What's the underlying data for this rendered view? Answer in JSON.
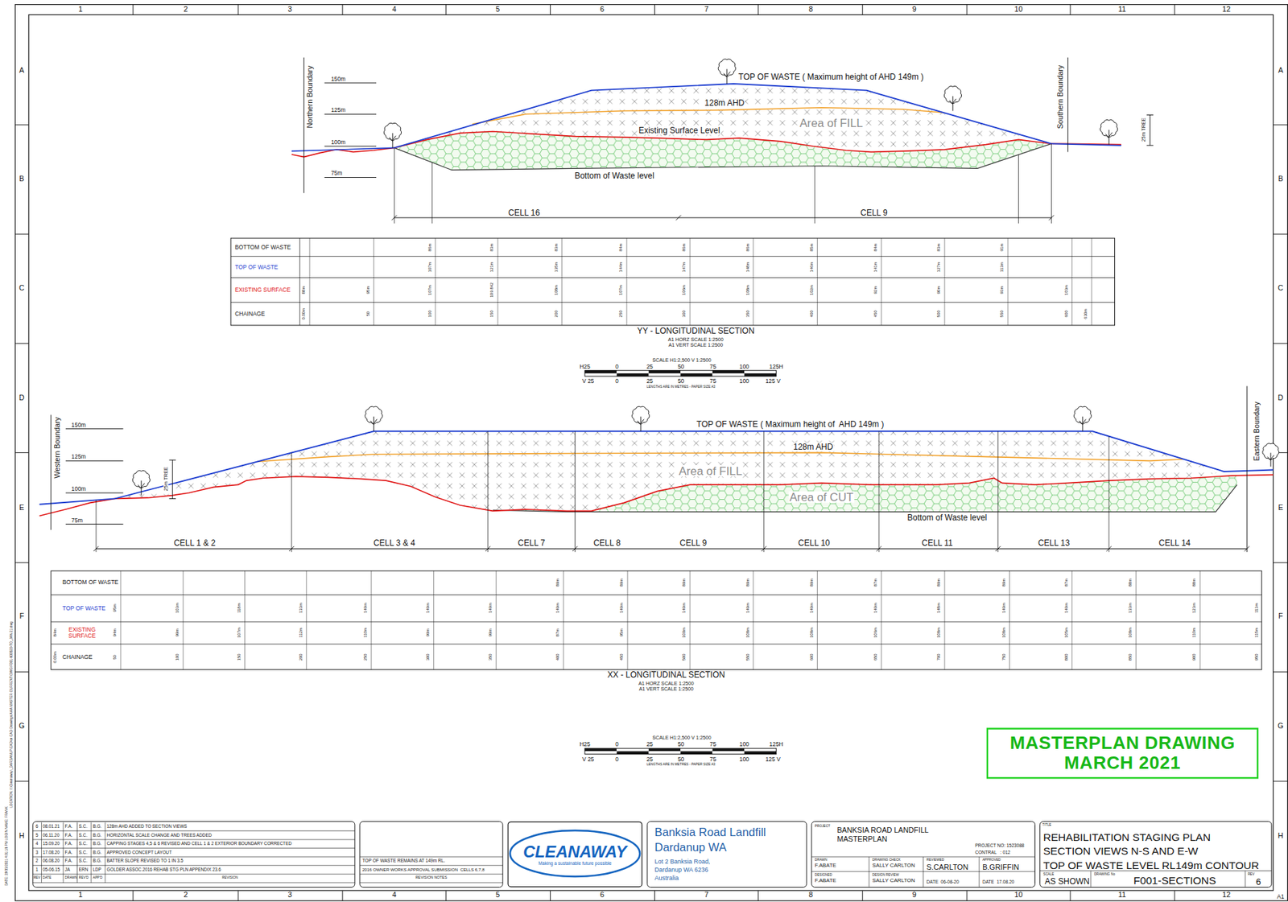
{
  "diagram": {
    "nodes": [
      {
        "text": [
          "MASTERPLAN DRAWING MARCH 2021"
        ]
      },
      {
        "text": [
          "CLEANAWAY",
          "Making a sustainable future possible"
        ]
      }
    ],
    "labels": [
      "1",
      "2",
      "3",
      "4",
      "5",
      "6",
      "7",
      "8",
      "9",
      "10",
      "11",
      "12",
      "1",
      "2",
      "3",
      "4",
      "5",
      "6",
      "7",
      "8",
      "9",
      "10",
      "11",
      "12",
      "A",
      "B",
      "C",
      "D",
      "E",
      "F",
      "G",
      "H",
      "A",
      "B",
      "C",
      "D",
      "E",
      "F",
      "G",
      "H",
      "A1",
      "Northern Boundary",
      "150m",
      "125m",
      "100m",
      "75m",
      "TOP OF WASTE ( Maximum height of AHD 149m )",
      "128m AHD",
      "Area of FILL",
      "Existing Surface Level",
      "Bottom of Waste level",
      "Southern Boundary",
      "25m TREE",
      "CELL 16",
      "CELL 9",
      "BOTTOM OF WASTE",
      "TOP OF WASTE",
      "EXISTING SURFACE",
      "CHAINAGE",
      "86m",
      "83m",
      "83m",
      "84m",
      "86m",
      "86m",
      "85m",
      "84m",
      "83m",
      "91m",
      "107m",
      "121m",
      "135m",
      "144m",
      "147m",
      "148m",
      "146m",
      "141m",
      "127m",
      "113m",
      "88m",
      "95m",
      "107m",
      "109.842",
      "108m",
      "107m",
      "106m",
      "108m",
      "102m",
      "92m",
      "90m",
      "93m",
      "103m",
      "0.00m",
      "50",
      "100",
      "150",
      "200",
      "250",
      "300",
      "350",
      "400",
      "450",
      "500",
      "550",
      "600",
      "630m",
      "YY - LONGITUDINAL SECTION",
      "A1 HORZ SCALE 1:2500",
      "A1 VERT SCALE 1:2500",
      "SCALE H1:2,500 V 1:2500",
      "H25",
      "0",
      "25",
      "50",
      "75",
      "100",
      "125H",
      "V 25",
      "0",
      "25",
      "50",
      "75",
      "100",
      "125 V",
      "LENGTHS ARE IN METRES - PAPER SIZE A3",
      "Western Boundary",
      "150m",
      "125m",
      "100m",
      "75m",
      "25m TREE",
      "TOP OF WASTE ( Maximum height of  AHD 149m )",
      "128m AHD",
      "Area of FILL",
      "Area of CUT",
      "Bottom of Waste level",
      "Eastern Boundary",
      "CELL 1 & 2",
      "CELL 3 & 4",
      "CELL 7",
      "CELL 8",
      "CELL 9",
      "CELL 10",
      "CELL 11",
      "CELL 13",
      "CELL 14",
      "BOTTOM OF WASTE",
      "TOP OF WASTE",
      "EXISTING SURFACE",
      "CHAINAGE",
      "89m",
      "89m",
      "89m",
      "89m",
      "89m",
      "87m",
      "89m",
      "89m",
      "87m",
      "88m",
      "88m",
      "95m",
      "103m",
      "118m",
      "133m",
      "149m",
      "149m",
      "149m",
      "149m",
      "149m",
      "149m",
      "149m",
      "149m",
      "149m",
      "148m",
      "149m",
      "149m",
      "133m",
      "123m",
      "113m",
      "84m",
      "94m",
      "99m",
      "107m",
      "112m",
      "110m",
      "99m",
      "99m",
      "87m",
      "95m",
      "100m",
      "108m",
      "108m",
      "106m",
      "108m",
      "108m",
      "105m",
      "108m",
      "110m",
      "115m",
      "0.00m",
      "50",
      "100",
      "150",
      "200",
      "250",
      "300",
      "350",
      "400",
      "450",
      "500",
      "550",
      "600",
      "650",
      "700",
      "750",
      "800",
      "850",
      "900",
      "950",
      "XX - LONGITUDINAL SECTION",
      "A1 HORZ SCALE 1:2500",
      "A1 VERT SCALE 1:2500",
      "SCALE H1:2,500 V 1:2500",
      "H25",
      "0",
      "25",
      "50",
      "75",
      "100",
      "125H",
      "V 25",
      "0",
      "25",
      "50",
      "75",
      "100",
      "125 V",
      "LENGTHS ARE IN METRES - PAPER SIZE A3",
      "6",
      "08.01.21",
      "F.A.",
      "S.C.",
      "B.G.",
      "128m AHD ADDED TO SECTION VIEWS",
      "5",
      "06.11.20",
      "F.A.",
      "S.C.",
      "B.G.",
      "HORIZONTAL SCALE CHANGE AND TREES ADDED",
      "4",
      "15.09.20",
      "F.A.",
      "S.C.",
      "B.G.",
      "CAPPING STAGES 4,5 & 6 REVISED AND CELL 1 & 2 EXTERIOR BOUNDARY CORRECTED",
      "3",
      "17.08.20",
      "F.A.",
      "S.C.",
      "B.G.",
      "APPROVED CONCEPT LAYOUT",
      "2",
      "06.08.20",
      "F.A.",
      "S.C.",
      "B.G.",
      "BATTER SLOPE REVISED TO 1 IN 3.5",
      "1",
      "05-06.15",
      "JA",
      "ERN",
      "LDP",
      "GOLDER ASSOC.2016 REHAB STG PLN APPENDIX 23.6",
      "REV",
      "DATE",
      "DRAWN",
      "REV'D",
      "APP'D",
      "REVISION",
      "TOP OF WASTE REMAINS AT 149m RL.",
      "2016 OWNER WORKS APPROVAL SUBMISSION  CELLS 6,7,8",
      "REVISION NOTES",
      "Banksia Road Landfill",
      "Dardanup WA",
      "Lot 2 Banksia Road,",
      "Dardanup WA 6236",
      "Australia",
      "PROJECT",
      "BANKSIA ROAD LANDFILL",
      "MASTERPLAN",
      "PROJECT NO: 1523088",
      "CONTRAL   : 012",
      "DRAWN",
      "F.ABATE",
      "DRAWING CHECK",
      "SALLY CARLTON",
      "REVIEWED",
      "S.CARLTON",
      "APPROVED",
      "B.GRIFFIN",
      "DESIGNED",
      "F.ABATE",
      "DESIGN REVIEW",
      "SALLY CARLTON",
      "DATE  06-08-20",
      "DATE  17.08.20",
      "TITLE",
      "REHABILITATION STAGING PLAN",
      "SECTION VIEWS N-S AND E-W",
      "TOP OF WASTE LEVEL RL149m CONTOUR",
      "SCALE",
      "AS SHOWN",
      "DRAWING No",
      "F001-SECTIONS",
      "REV",
      "6",
      "DATE: 29/03/2021 4:01:18 PM LOGIN NAME: FRANK",
      "LOCATION: I:\\Cleanaway\\_DARDANUP\\CAD\\or CAD Drawings\\AAA MASTER CURRENT\\DWG\\F001-600520-TO_JAN-21.dwg"
    ]
  }
}
